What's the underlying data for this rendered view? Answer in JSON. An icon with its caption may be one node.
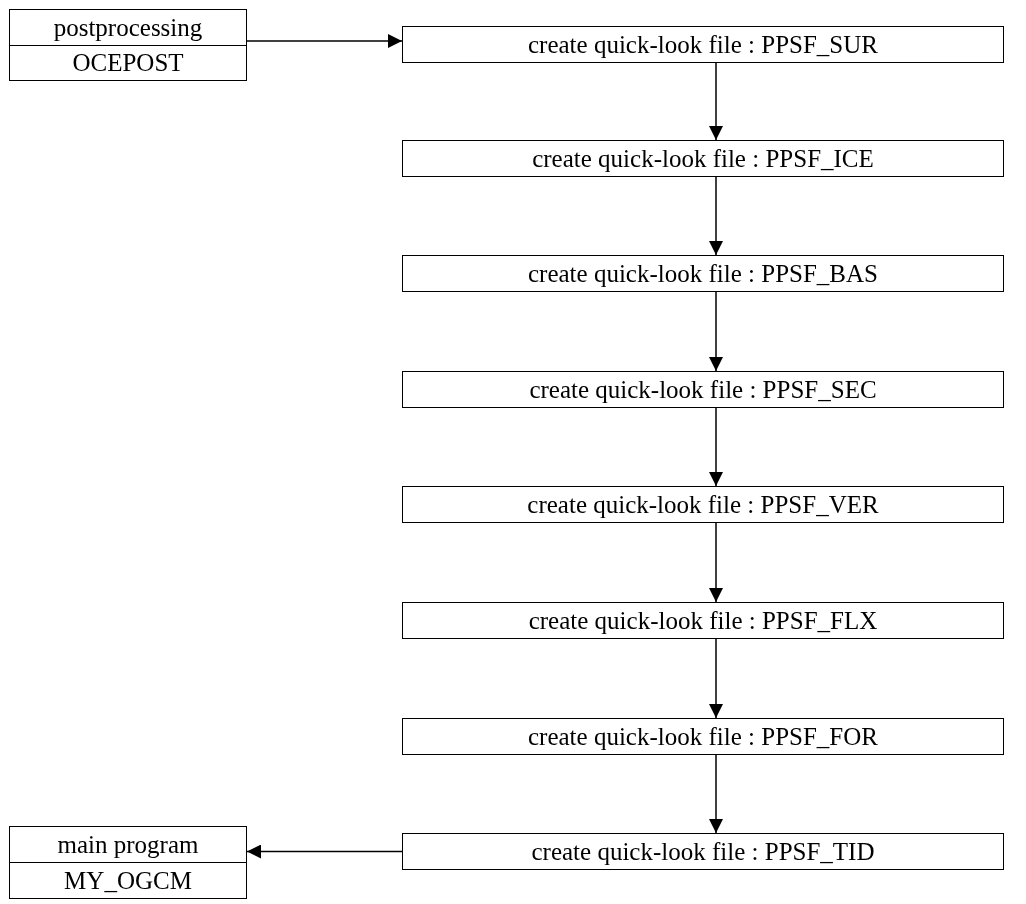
{
  "diagram": {
    "nodes": [
      {
        "text": [
          "postprocessing",
          "OCEPOST"
        ]
      },
      {
        "text": [
          "create quick-look file : PPSF_SUR"
        ]
      },
      {
        "text": [
          "create quick-look file : PPSF_ICE"
        ]
      },
      {
        "text": [
          "create quick-look file : PPSF_BAS"
        ]
      },
      {
        "text": [
          "create quick-look file : PPSF_SEC"
        ]
      },
      {
        "text": [
          "create quick-look file : PPSF_VER"
        ]
      },
      {
        "text": [
          "create quick-look file : PPSF_FLX"
        ]
      },
      {
        "text": [
          "create quick-look file : PPSF_FOR"
        ]
      },
      {
        "text": [
          "create quick-look file : PPSF_TID"
        ]
      },
      {
        "text": [
          "main program",
          "MY_OGCM"
        ]
      }
    ],
    "edges": [
      {
        "from": 0,
        "to": 1,
        "arrow": "to"
      },
      {
        "from": 1,
        "to": 2,
        "arrow": "to"
      },
      {
        "from": 2,
        "to": 3,
        "arrow": "to"
      },
      {
        "from": 3,
        "to": 4,
        "arrow": "to"
      },
      {
        "from": 4,
        "to": 5,
        "arrow": "to"
      },
      {
        "from": 5,
        "to": 6,
        "arrow": "to"
      },
      {
        "from": 6,
        "to": 7,
        "arrow": "to"
      },
      {
        "from": 7,
        "to": 8,
        "arrow": "to"
      },
      {
        "from": 8,
        "to": 9,
        "arrow": "to"
      }
    ]
  }
}
